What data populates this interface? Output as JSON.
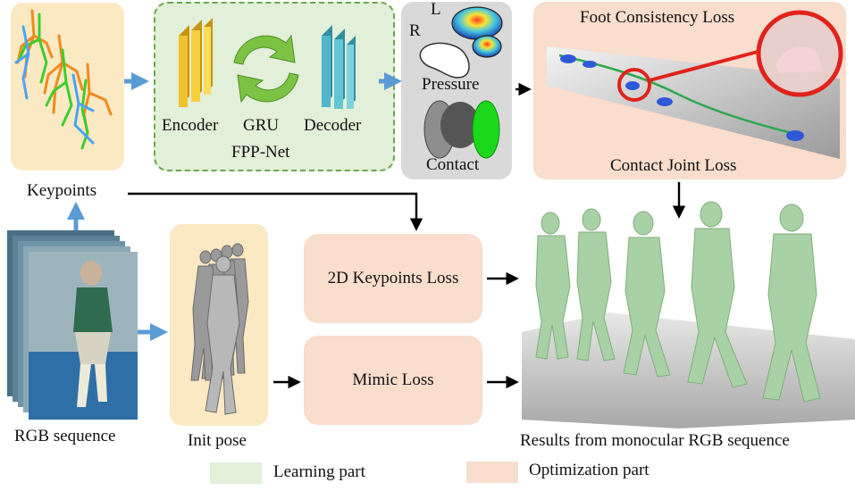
{
  "labels": {
    "keypoints": "Keypoints",
    "rgb_sequence": "RGB sequence",
    "encoder": "Encoder",
    "gru": "GRU",
    "decoder": "Decoder",
    "fpp_net": "FPP-Net",
    "pressure": "Pressure",
    "contact": "Contact",
    "foot_l": "L",
    "foot_r": "R",
    "foot_consistency_loss": "Foot Consistency Loss",
    "contact_joint_loss": "Contact Joint Loss",
    "init_pose": "Init pose",
    "keypoints_loss": "2D Keypoints Loss",
    "mimic_loss": "Mimic Loss",
    "results": "Results from monocular RGB sequence"
  },
  "legend": [
    {
      "label": "Learning part",
      "color": "#e2efd9"
    },
    {
      "label": "Optimization part",
      "color": "#f9ddcd"
    }
  ],
  "colors": {
    "arrow_blue": "#5b9bd5",
    "dashed_green": "#69a84f",
    "encoder_yellow": "#f2c12e",
    "decoder_cyan": "#4fb8c8",
    "gru_green": "#7cc243",
    "mesh_green": "#a9d1a6",
    "highlight_red": "#e0231c"
  }
}
